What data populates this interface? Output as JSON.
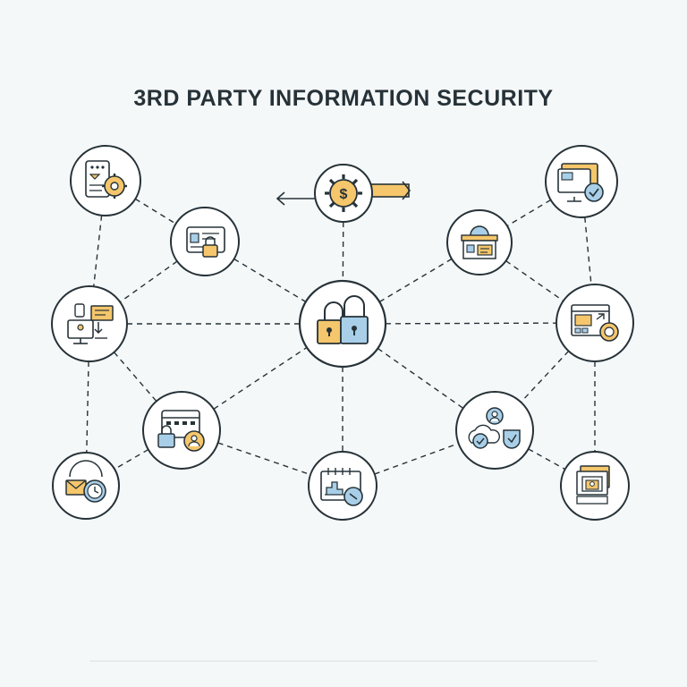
{
  "title": "3RD PARTY  INFORMATION SECURITY",
  "colors": {
    "background": "#f5f8f9",
    "outline": "#263238",
    "accent_yellow": "#f5c66b",
    "accent_blue": "#a9cfe8",
    "node_fill": "#ffffff"
  },
  "nodes": [
    {
      "id": "doc-gear",
      "icon": "document-gear-icon"
    },
    {
      "id": "id-card-lock",
      "icon": "id-card-lock-icon"
    },
    {
      "id": "monitor-doc",
      "icon": "monitor-document-icon"
    },
    {
      "id": "calendar-lock",
      "icon": "calendar-lock-user-icon"
    },
    {
      "id": "mail-clock",
      "icon": "mail-clock-icon"
    },
    {
      "id": "dollar-gear",
      "icon": "dollar-gear-icon"
    },
    {
      "id": "central-locks",
      "icon": "padlocks-icon"
    },
    {
      "id": "chart-report",
      "icon": "chart-report-icon"
    },
    {
      "id": "monitor-check",
      "icon": "monitor-check-icon"
    },
    {
      "id": "building-id",
      "icon": "building-badge-icon"
    },
    {
      "id": "window-gauge",
      "icon": "window-gauge-icon"
    },
    {
      "id": "user-cloud-shield",
      "icon": "user-cloud-shield-icon"
    },
    {
      "id": "frame-docs",
      "icon": "framed-documents-icon"
    }
  ],
  "connections": [
    [
      "doc-gear",
      "id-card-lock"
    ],
    [
      "doc-gear",
      "monitor-doc"
    ],
    [
      "id-card-lock",
      "monitor-doc"
    ],
    [
      "id-card-lock",
      "central-locks"
    ],
    [
      "monitor-doc",
      "central-locks"
    ],
    [
      "monitor-doc",
      "calendar-lock"
    ],
    [
      "monitor-doc",
      "mail-clock"
    ],
    [
      "calendar-lock",
      "central-locks"
    ],
    [
      "calendar-lock",
      "chart-report"
    ],
    [
      "calendar-lock",
      "mail-clock"
    ],
    [
      "dollar-gear",
      "central-locks"
    ],
    [
      "central-locks",
      "chart-report"
    ],
    [
      "central-locks",
      "building-id"
    ],
    [
      "central-locks",
      "window-gauge"
    ],
    [
      "central-locks",
      "user-cloud-shield"
    ],
    [
      "chart-report",
      "user-cloud-shield"
    ],
    [
      "monitor-check",
      "building-id"
    ],
    [
      "monitor-check",
      "window-gauge"
    ],
    [
      "building-id",
      "window-gauge"
    ],
    [
      "window-gauge",
      "user-cloud-shield"
    ],
    [
      "window-gauge",
      "frame-docs"
    ],
    [
      "user-cloud-shield",
      "frame-docs"
    ]
  ]
}
